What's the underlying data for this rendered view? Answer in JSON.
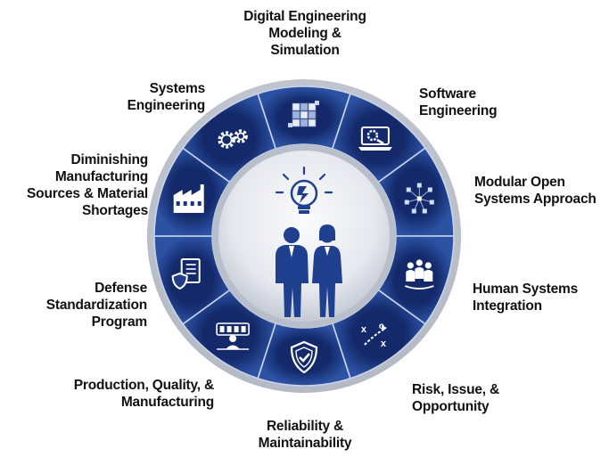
{
  "colors": {
    "segment_dark": "#172f6b",
    "segment_light": "#2b4f9c",
    "ring_silver": "#c7ccd6",
    "hub_light": "#f4f5f8",
    "hub_dark": "#c9ced8",
    "figure_blue": "#1f3f8f",
    "text": "#111111"
  },
  "center_icon": "people-with-lightbulb-icon",
  "segments": [
    {
      "icon": "3d-cube-modeling-icon",
      "label": [
        "Digital Engineering",
        "Modeling &",
        "Simulation"
      ]
    },
    {
      "icon": "laptop-gear-icon",
      "label": [
        "Software",
        "Engineering"
      ]
    },
    {
      "icon": "network-nodes-icon",
      "label": [
        "Modular Open",
        "Systems Approach"
      ]
    },
    {
      "icon": "team-people-icon",
      "label": [
        "Human Systems",
        "Integration"
      ]
    },
    {
      "icon": "strategy-play-icon",
      "label": [
        "Risk, Issue, &",
        "Opportunity"
      ]
    },
    {
      "icon": "shield-check-icon",
      "label": [
        "Reliability &",
        "Maintainability"
      ]
    },
    {
      "icon": "production-line-icon",
      "label": [
        "Production, Quality, &",
        "Manufacturing"
      ]
    },
    {
      "icon": "document-shield-icon",
      "label": [
        "Defense",
        "Standardization",
        "Program"
      ]
    },
    {
      "icon": "factory-icon",
      "label": [
        "Diminishing",
        "Manufacturing",
        "Sources & Material",
        "Shortages"
      ]
    },
    {
      "icon": "gears-icon",
      "label": [
        "Systems",
        "Engineering"
      ]
    }
  ]
}
